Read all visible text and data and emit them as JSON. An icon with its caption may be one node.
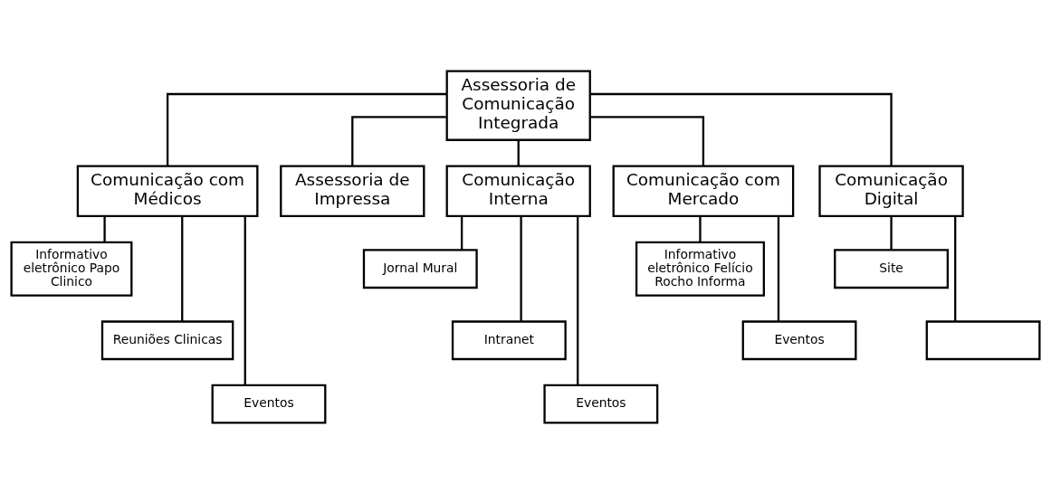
{
  "diagram": {
    "nodes": [
      {
        "text": [
          "Assessoria de Comunicação Integrada"
        ]
      },
      {
        "text": [
          "Comunicação com Médicos"
        ]
      },
      {
        "text": [
          "Assessoria de Impressa"
        ]
      },
      {
        "text": [
          "Comunicação Interna"
        ]
      },
      {
        "text": [
          "Comunicação com Mercado"
        ]
      },
      {
        "text": [
          "Comunicação Digital"
        ]
      },
      {
        "text": [
          "Informativo eletrônico Papo Clinico"
        ]
      },
      {
        "text": [
          "Reuniões Clinicas"
        ]
      },
      {
        "text": [
          "Eventos"
        ]
      },
      {
        "text": [
          "Jornal Mural"
        ]
      },
      {
        "text": [
          "Intranet"
        ]
      },
      {
        "text": [
          "Eventos"
        ]
      },
      {
        "text": [
          "Informativo eletrônico Felício Rocho Informa"
        ]
      },
      {
        "text": [
          "Eventos"
        ]
      },
      {
        "text": [
          "Site"
        ]
      },
      {
        "text": [],
        "shape": "box"
      }
    ],
    "edges": [
      {
        "from": 0,
        "to": 1,
        "arrow": "none"
      },
      {
        "from": 0,
        "to": 2,
        "arrow": "none"
      },
      {
        "from": 0,
        "to": 3,
        "arrow": "none"
      },
      {
        "from": 0,
        "to": 4,
        "arrow": "none"
      },
      {
        "from": 0,
        "to": 5,
        "arrow": "none"
      },
      {
        "from": 1,
        "to": 6,
        "arrow": "none"
      },
      {
        "from": 1,
        "to": 7,
        "arrow": "none"
      },
      {
        "from": 1,
        "to": 8,
        "arrow": "none"
      },
      {
        "from": 3,
        "to": 9,
        "arrow": "none"
      },
      {
        "from": 3,
        "to": 10,
        "arrow": "none"
      },
      {
        "from": 3,
        "to": 11,
        "arrow": "none"
      },
      {
        "from": 4,
        "to": 12,
        "arrow": "none"
      },
      {
        "from": 4,
        "to": 13,
        "arrow": "none"
      },
      {
        "from": 5,
        "to": 14,
        "arrow": "none"
      },
      {
        "from": 5,
        "to": 15,
        "arrow": "none"
      }
    ]
  }
}
